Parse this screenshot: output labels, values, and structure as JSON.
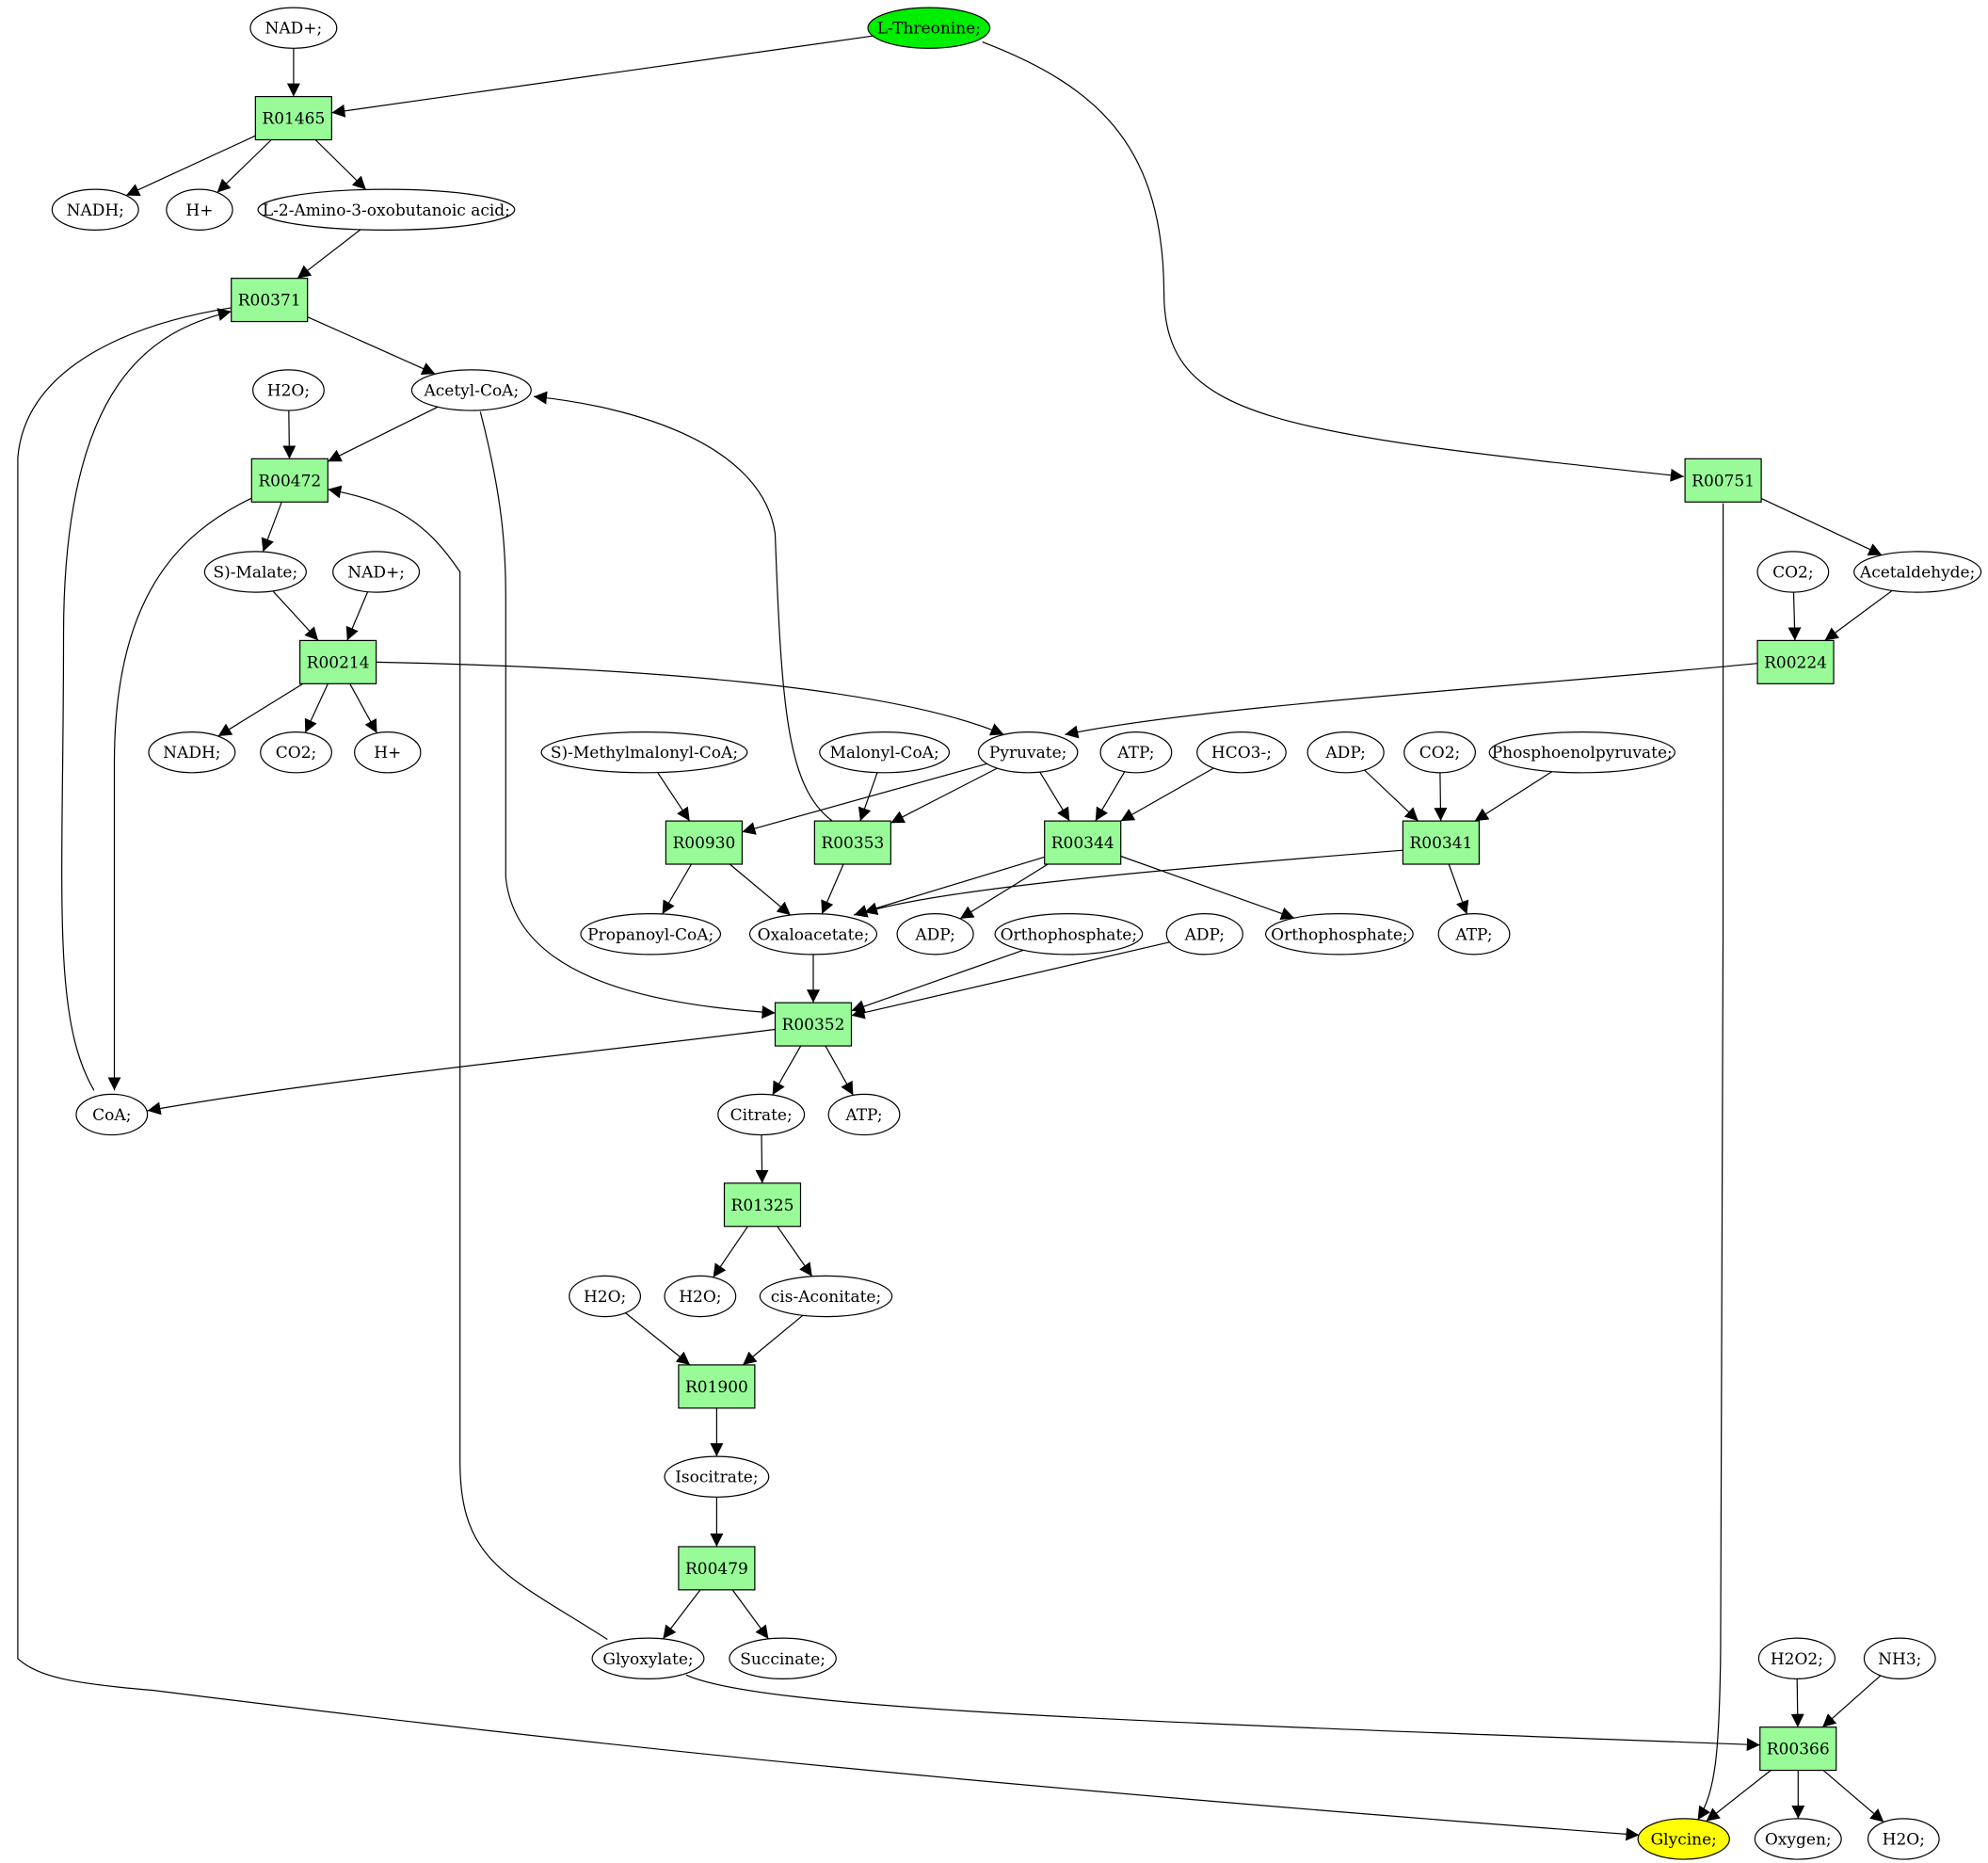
{
  "colors": {
    "reaction_fill": "#98fb98",
    "source_fill": "#00ee00",
    "target_fill": "#ffff00",
    "compound_fill": "#ffffff",
    "stroke": "#000000"
  },
  "nodes": [
    {
      "id": "nad1",
      "type": "compound",
      "label": "NAD+;"
    },
    {
      "id": "thr",
      "type": "source",
      "label": "L-Threonine;"
    },
    {
      "id": "R01465",
      "type": "reaction",
      "label": "R01465"
    },
    {
      "id": "nadh1",
      "type": "compound",
      "label": "NADH;"
    },
    {
      "id": "h1",
      "type": "compound",
      "label": "H+"
    },
    {
      "id": "amino",
      "type": "compound",
      "label": "L-2-Amino-3-oxobutanoic acid;"
    },
    {
      "id": "R00371",
      "type": "reaction",
      "label": "R00371"
    },
    {
      "id": "h2o1",
      "type": "compound",
      "label": "H2O;"
    },
    {
      "id": "acoa",
      "type": "compound",
      "label": "Acetyl-CoA;"
    },
    {
      "id": "R00472",
      "type": "reaction",
      "label": "R00472"
    },
    {
      "id": "R00751",
      "type": "reaction",
      "label": "R00751"
    },
    {
      "id": "malate",
      "type": "compound",
      "label": "S)-Malate;"
    },
    {
      "id": "nad2",
      "type": "compound",
      "label": "NAD+;"
    },
    {
      "id": "co2a",
      "type": "compound",
      "label": "CO2;"
    },
    {
      "id": "acetald",
      "type": "compound",
      "label": "Acetaldehyde;"
    },
    {
      "id": "R00214",
      "type": "reaction",
      "label": "R00214"
    },
    {
      "id": "R00224",
      "type": "reaction",
      "label": "R00224"
    },
    {
      "id": "nadh2",
      "type": "compound",
      "label": "NADH;"
    },
    {
      "id": "co2b",
      "type": "compound",
      "label": "CO2;"
    },
    {
      "id": "h2",
      "type": "compound",
      "label": "H+"
    },
    {
      "id": "smm",
      "type": "compound",
      "label": "S)-Methylmalonyl-CoA;"
    },
    {
      "id": "malonyl",
      "type": "compound",
      "label": "Malonyl-CoA;"
    },
    {
      "id": "pyr",
      "type": "compound",
      "label": "Pyruvate;"
    },
    {
      "id": "atp1",
      "type": "compound",
      "label": "ATP;"
    },
    {
      "id": "hco3",
      "type": "compound",
      "label": "HCO3-;"
    },
    {
      "id": "adp1",
      "type": "compound",
      "label": "ADP;"
    },
    {
      "id": "co2c",
      "type": "compound",
      "label": "CO2;"
    },
    {
      "id": "pep",
      "type": "compound",
      "label": "Phosphoenolpyruvate;"
    },
    {
      "id": "R00930",
      "type": "reaction",
      "label": "R00930"
    },
    {
      "id": "R00353",
      "type": "reaction",
      "label": "R00353"
    },
    {
      "id": "R00344",
      "type": "reaction",
      "label": "R00344"
    },
    {
      "id": "R00341",
      "type": "reaction",
      "label": "R00341"
    },
    {
      "id": "propcoa",
      "type": "compound",
      "label": "Propanoyl-CoA;"
    },
    {
      "id": "oaa",
      "type": "compound",
      "label": "Oxaloacetate;"
    },
    {
      "id": "adp2",
      "type": "compound",
      "label": "ADP;"
    },
    {
      "id": "pi1",
      "type": "compound",
      "label": "Orthophosphate;"
    },
    {
      "id": "adp3",
      "type": "compound",
      "label": "ADP;"
    },
    {
      "id": "pi2",
      "type": "compound",
      "label": "Orthophosphate;"
    },
    {
      "id": "atp2",
      "type": "compound",
      "label": "ATP;"
    },
    {
      "id": "R00352",
      "type": "reaction",
      "label": "R00352"
    },
    {
      "id": "coa",
      "type": "compound",
      "label": "CoA;"
    },
    {
      "id": "citrate",
      "type": "compound",
      "label": "Citrate;"
    },
    {
      "id": "atp3",
      "type": "compound",
      "label": "ATP;"
    },
    {
      "id": "R01325",
      "type": "reaction",
      "label": "R01325"
    },
    {
      "id": "h2o2",
      "type": "compound",
      "label": "H2O;"
    },
    {
      "id": "h2o3",
      "type": "compound",
      "label": "H2O;"
    },
    {
      "id": "cisacon",
      "type": "compound",
      "label": "cis-Aconitate;"
    },
    {
      "id": "R01900",
      "type": "reaction",
      "label": "R01900"
    },
    {
      "id": "isocit",
      "type": "compound",
      "label": "Isocitrate;"
    },
    {
      "id": "R00479",
      "type": "reaction",
      "label": "R00479"
    },
    {
      "id": "glyox",
      "type": "compound",
      "label": "Glyoxylate;"
    },
    {
      "id": "succ",
      "type": "compound",
      "label": "Succinate;"
    },
    {
      "id": "h2o2x",
      "type": "compound",
      "label": "H2O2;"
    },
    {
      "id": "nh3",
      "type": "compound",
      "label": "NH3;"
    },
    {
      "id": "R00366",
      "type": "reaction",
      "label": "R00366"
    },
    {
      "id": "gly",
      "type": "target",
      "label": "Glycine;"
    },
    {
      "id": "oxygen",
      "type": "compound",
      "label": "Oxygen;"
    },
    {
      "id": "h2o4",
      "type": "compound",
      "label": "H2O;"
    }
  ],
  "edges": [
    {
      "from": "nad1",
      "to": "R01465"
    },
    {
      "from": "thr",
      "to": "R01465"
    },
    {
      "from": "thr",
      "to": "R00751"
    },
    {
      "from": "R01465",
      "to": "nadh1"
    },
    {
      "from": "R01465",
      "to": "h1"
    },
    {
      "from": "R01465",
      "to": "amino"
    },
    {
      "from": "amino",
      "to": "R00371"
    },
    {
      "from": "R00371",
      "to": "acoa"
    },
    {
      "from": "R00371",
      "to": "gly"
    },
    {
      "from": "coa",
      "to": "R00371"
    },
    {
      "from": "h2o1",
      "to": "R00472"
    },
    {
      "from": "acoa",
      "to": "R00472"
    },
    {
      "from": "acoa",
      "to": "R00352"
    },
    {
      "from": "R00353",
      "to": "acoa"
    },
    {
      "from": "glyox",
      "to": "R00472"
    },
    {
      "from": "glyox",
      "to": "R00366"
    },
    {
      "from": "R00472",
      "to": "malate"
    },
    {
      "from": "R00472",
      "to": "coa"
    },
    {
      "from": "malate",
      "to": "R00214"
    },
    {
      "from": "nad2",
      "to": "R00214"
    },
    {
      "from": "R00214",
      "to": "nadh2"
    },
    {
      "from": "R00214",
      "to": "co2b"
    },
    {
      "from": "R00214",
      "to": "h2"
    },
    {
      "from": "R00214",
      "to": "pyr"
    },
    {
      "from": "R00751",
      "to": "acetald"
    },
    {
      "from": "R00751",
      "to": "gly"
    },
    {
      "from": "co2a",
      "to": "R00224"
    },
    {
      "from": "acetald",
      "to": "R00224"
    },
    {
      "from": "R00224",
      "to": "pyr"
    },
    {
      "from": "smm",
      "to": "R00930"
    },
    {
      "from": "pyr",
      "to": "R00930"
    },
    {
      "from": "malonyl",
      "to": "R00353"
    },
    {
      "from": "pyr",
      "to": "R00353"
    },
    {
      "from": "pyr",
      "to": "R00344"
    },
    {
      "from": "atp1",
      "to": "R00344"
    },
    {
      "from": "hco3",
      "to": "R00344"
    },
    {
      "from": "adp1",
      "to": "R00341"
    },
    {
      "from": "co2c",
      "to": "R00341"
    },
    {
      "from": "pep",
      "to": "R00341"
    },
    {
      "from": "R00930",
      "to": "propcoa"
    },
    {
      "from": "R00930",
      "to": "oaa"
    },
    {
      "from": "R00353",
      "to": "oaa"
    },
    {
      "from": "R00344",
      "to": "oaa"
    },
    {
      "from": "R00344",
      "to": "adp2"
    },
    {
      "from": "R00344",
      "to": "pi2"
    },
    {
      "from": "R00341",
      "to": "oaa"
    },
    {
      "from": "R00341",
      "to": "atp2"
    },
    {
      "from": "oaa",
      "to": "R00352"
    },
    {
      "from": "pi1",
      "to": "R00352"
    },
    {
      "from": "adp3",
      "to": "R00352"
    },
    {
      "from": "R00352",
      "to": "coa"
    },
    {
      "from": "R00352",
      "to": "citrate"
    },
    {
      "from": "R00352",
      "to": "atp3"
    },
    {
      "from": "citrate",
      "to": "R01325"
    },
    {
      "from": "R01325",
      "to": "h2o3"
    },
    {
      "from": "R01325",
      "to": "cisacon"
    },
    {
      "from": "h2o2",
      "to": "R01900"
    },
    {
      "from": "cisacon",
      "to": "R01900"
    },
    {
      "from": "R01900",
      "to": "isocit"
    },
    {
      "from": "isocit",
      "to": "R00479"
    },
    {
      "from": "R00479",
      "to": "glyox"
    },
    {
      "from": "R00479",
      "to": "succ"
    },
    {
      "from": "h2o2x",
      "to": "R00366"
    },
    {
      "from": "nh3",
      "to": "R00366"
    },
    {
      "from": "R00366",
      "to": "gly"
    },
    {
      "from": "R00366",
      "to": "oxygen"
    },
    {
      "from": "R00366",
      "to": "h2o4"
    }
  ]
}
